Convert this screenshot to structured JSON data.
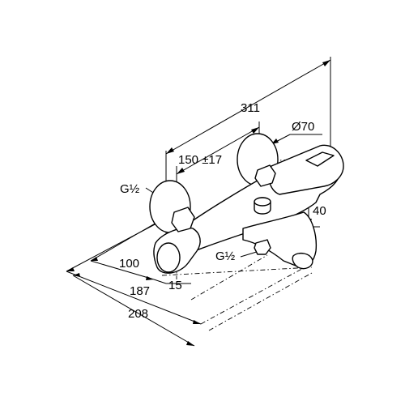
{
  "figure": {
    "dimensions": {
      "overall_width": "311",
      "knob_diameter": "Ø70",
      "inlet_spacing": "150 ±17",
      "height": "40",
      "depth_100": "100",
      "offset_15": "15",
      "depth_187": "187",
      "depth_208": "208"
    },
    "threads": {
      "inlet_thread": "G½",
      "outlet_thread": "G½"
    },
    "colors": {
      "line": "#000000",
      "background": "#ffffff"
    }
  }
}
